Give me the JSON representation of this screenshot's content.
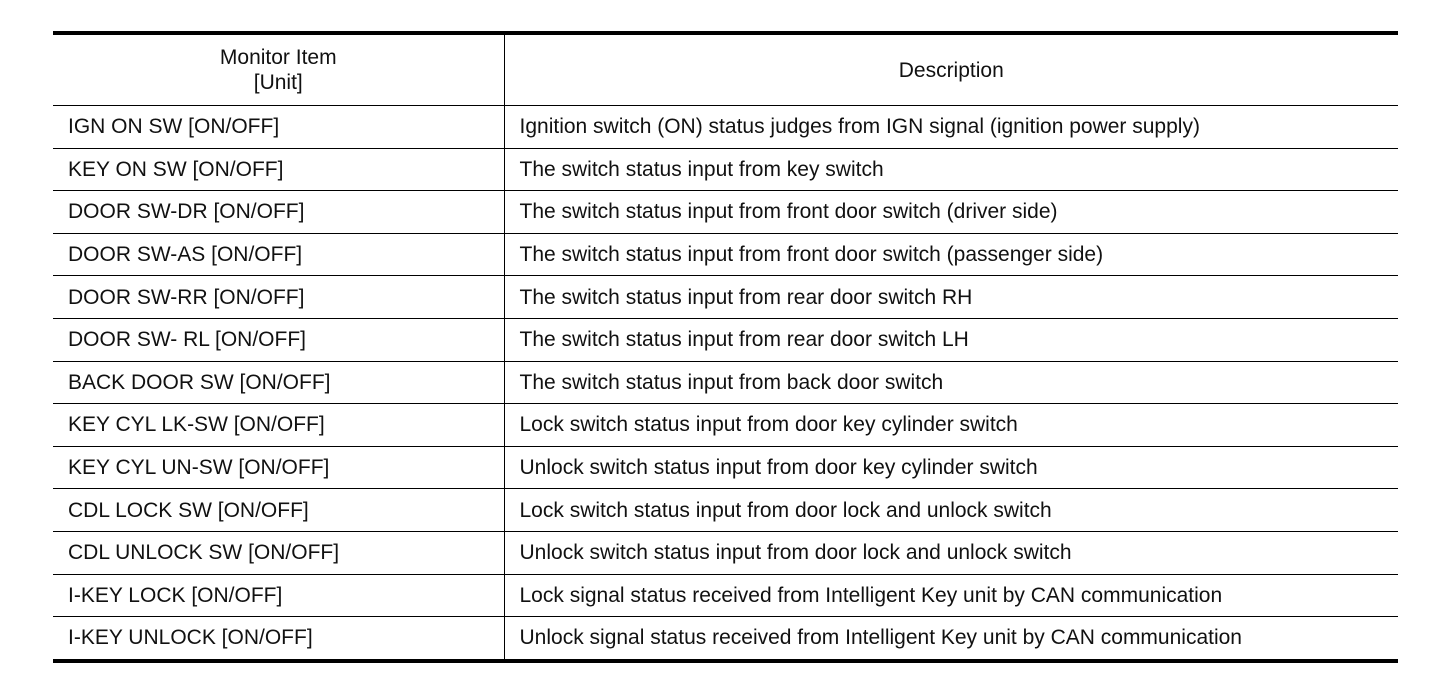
{
  "table": {
    "header": {
      "item_line1": "Monitor Item",
      "item_line2": "[Unit]",
      "description": "Description"
    },
    "rows": [
      {
        "item": "IGN ON SW [ON/OFF]",
        "description": "Ignition switch (ON) status judges from IGN signal (ignition power supply)"
      },
      {
        "item": "KEY ON SW [ON/OFF]",
        "description": "The switch status input from key switch"
      },
      {
        "item": "DOOR SW-DR [ON/OFF]",
        "description": "The switch status input from front door switch (driver side)"
      },
      {
        "item": "DOOR SW-AS [ON/OFF]",
        "description": "The switch status input from front door switch (passenger side)"
      },
      {
        "item": "DOOR SW-RR [ON/OFF]",
        "description": "The switch status input from rear door switch RH"
      },
      {
        "item": "DOOR SW- RL [ON/OFF]",
        "description": "The switch status input from rear door switch LH"
      },
      {
        "item": "BACK DOOR SW [ON/OFF]",
        "description": "The switch status input from back door switch"
      },
      {
        "item": "KEY CYL LK-SW [ON/OFF]",
        "description": "Lock switch status input from door key cylinder switch"
      },
      {
        "item": "KEY CYL UN-SW [ON/OFF]",
        "description": "Unlock switch status input from door key cylinder switch"
      },
      {
        "item": "CDL LOCK SW [ON/OFF]",
        "description": "Lock switch status input from door lock and unlock switch"
      },
      {
        "item": "CDL UNLOCK SW [ON/OFF]",
        "description": "Unlock switch status input from door lock and unlock switch"
      },
      {
        "item": "I-KEY LOCK [ON/OFF]",
        "description": "Lock signal status received from Intelligent Key unit by CAN communication"
      },
      {
        "item": "I-KEY UNLOCK [ON/OFF]",
        "description": "Unlock signal status received from Intelligent Key unit by CAN communication"
      }
    ]
  }
}
